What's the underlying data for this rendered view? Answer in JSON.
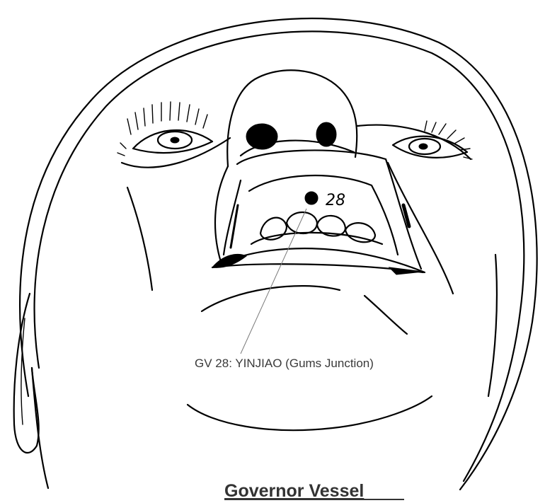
{
  "diagram": {
    "point_number": "28",
    "point_label": "GV 28: YINJIAO (Gums Junction)",
    "title": "Governor Vessel"
  }
}
